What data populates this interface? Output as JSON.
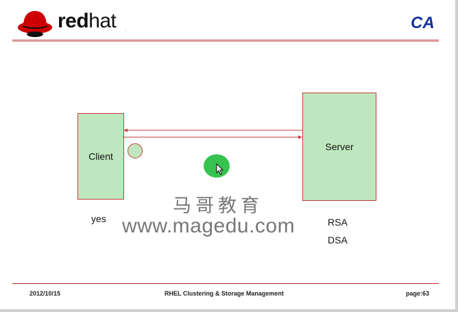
{
  "header": {
    "logo_text_bold": "red",
    "logo_text_light": "hat",
    "logo_mark": ".",
    "slide_title": "CA"
  },
  "diagram": {
    "client_label": "Client",
    "server_label": "Server",
    "client_note": "yes",
    "server_note_1": "RSA",
    "server_note_2": "DSA"
  },
  "watermark": {
    "chinese": "马哥教育",
    "url": "www.magedu.com"
  },
  "footer": {
    "date": "2012/10/15",
    "course": "RHEL Clustering & Storage Management",
    "page": "page:63"
  },
  "colors": {
    "box_fill": "#bfe7bf",
    "box_border": "#c63a3a",
    "rule": "#b02525",
    "title": "#16309a",
    "cursor_highlight": "#35c24e"
  }
}
